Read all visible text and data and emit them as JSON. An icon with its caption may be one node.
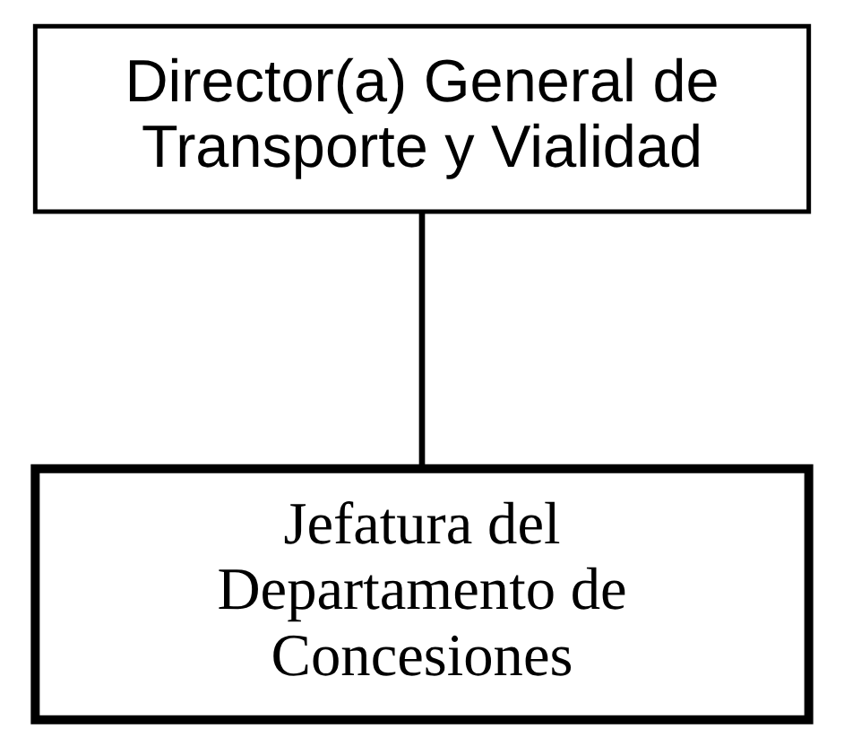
{
  "diagram": {
    "nodes": [
      {
        "text": [
          "Director(a) General de Transporte y Vialidad"
        ]
      },
      {
        "text": [
          "Jefatura del Departamento de Concesiones"
        ]
      }
    ],
    "edges": [
      {
        "from": 0,
        "to": 1,
        "arrow": "none"
      }
    ]
  }
}
